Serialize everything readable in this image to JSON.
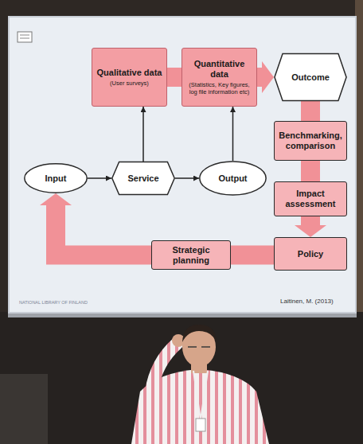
{
  "diagram": {
    "nodes": [
      {
        "text": [
          "Qualitative data",
          "(User surveys)"
        ]
      },
      {
        "text": [
          "Quantitative data",
          "(Statistics, Key figures, log file information etc)"
        ]
      },
      {
        "text": [
          "Outcome"
        ]
      },
      {
        "text": [
          "Input"
        ]
      },
      {
        "text": [
          "Service"
        ]
      },
      {
        "text": [
          "Output"
        ]
      },
      {
        "text": [
          "Benchmarking, comparison"
        ]
      },
      {
        "text": [
          "Impact assessment"
        ]
      },
      {
        "text": [
          "Policy"
        ]
      },
      {
        "text": [
          "Strategic planning"
        ]
      }
    ],
    "edges": [
      {
        "from": 0,
        "to": 1,
        "arrow": "none"
      },
      {
        "from": 1,
        "to": 2,
        "arrow": "to"
      },
      {
        "from": 2,
        "to": 6,
        "arrow": "none"
      },
      {
        "from": 6,
        "to": 7,
        "arrow": "none"
      },
      {
        "from": 7,
        "to": 8,
        "arrow": "to"
      },
      {
        "from": 8,
        "to": 9,
        "arrow": "none"
      },
      {
        "from": 9,
        "to": 3,
        "arrow": "to"
      },
      {
        "from": 3,
        "to": 4,
        "arrow": "to"
      },
      {
        "from": 4,
        "to": 5,
        "arrow": "to"
      },
      {
        "from": 4,
        "to": 0,
        "arrow": "to"
      },
      {
        "from": 5,
        "to": 1,
        "arrow": "to"
      }
    ],
    "labels": [
      "Laitinen, M. (2013)",
      "NATIONAL LIBRARY OF FINLAND"
    ]
  }
}
